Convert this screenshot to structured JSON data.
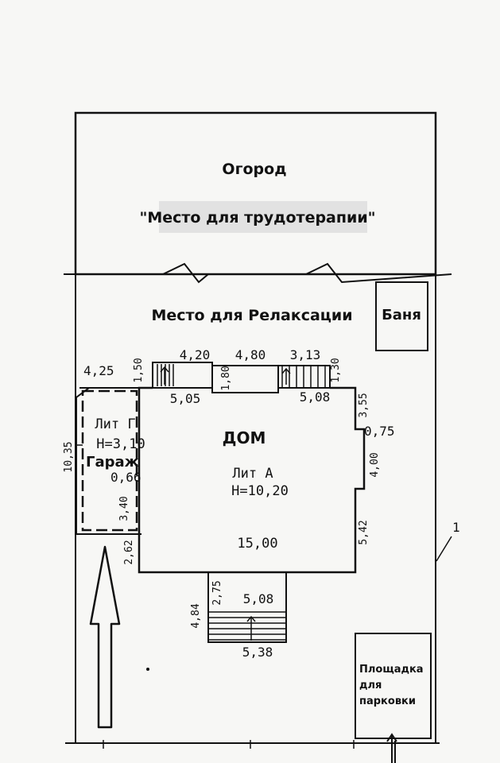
{
  "labels": {
    "garden_title": "Огород",
    "garden_subtitle": "\"Место для трудотерапии\"",
    "relax": "Место для Релаксации",
    "banya": "Баня",
    "house": "ДОМ",
    "garage": "Гараж",
    "parking_line1": "Площадка",
    "parking_line2": "для",
    "parking_line3": "парковки"
  },
  "house_labels": {
    "lit_g": "Лит Г",
    "h_garage": "Н=3,10",
    "lit_a": "Лит А",
    "h_house": "Н=10,20"
  },
  "dimensions": {
    "d_4_25": "4,25",
    "d_1_50": "1,50",
    "d_4_20": "4,20",
    "d_4_80": "4,80",
    "d_3_13": "3,13",
    "d_1_30": "1,30",
    "d_1_80": "1,80",
    "d_5_05": "5,05",
    "d_5_08_top": "5,08",
    "d_3_55": "3,55",
    "d_0_75": "0,75",
    "d_4_00": "4,00",
    "d_5_42": "5,42",
    "d_10_35": "10,35",
    "d_0_66": "0,66",
    "d_3_40": "3,40",
    "d_2_62": "2,62",
    "d_15_00": "15,00",
    "d_2_75": "2,75",
    "d_5_08_bottom": "5,08",
    "d_4_84": "4,84",
    "d_5_38": "5,38"
  },
  "marker": "1",
  "colors": {
    "ink": "#111111",
    "paper": "#f7f7f5",
    "highlight": "#e2e2e2"
  }
}
